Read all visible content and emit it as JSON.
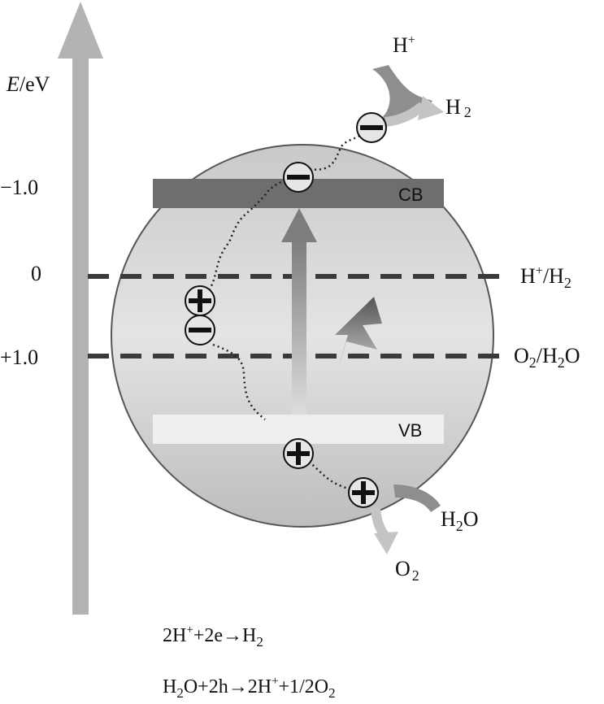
{
  "axis": {
    "label_italic": "E",
    "label_unit": "/eV"
  },
  "ticks": [
    "−1.0",
    "0",
    "+1.0"
  ],
  "bands": {
    "cb": "CB",
    "vb": "VB"
  },
  "redox": {
    "h_plus_h2": {
      "a": "H",
      "a_sup": "+",
      "b": "/H",
      "b_sub": "2"
    },
    "o2_h2o": {
      "a": "O",
      "a_sub": "2",
      "b": "/H",
      "b_sub": "2",
      "c": "O"
    }
  },
  "species": {
    "h_plus": {
      "base": "H",
      "sup": "+"
    },
    "h2": {
      "base": "H",
      "sub": "2"
    },
    "h2o": {
      "base": "H",
      "sub": "2",
      "tail": "O"
    },
    "o2": {
      "base": "O",
      "sub": "2"
    }
  },
  "equations": {
    "eq1": {
      "p1": "2H",
      "p1_sup": "+",
      "p2": "+2e",
      "arrow": "→",
      "p3": "H",
      "p3_sub": "2"
    },
    "eq2": {
      "p1": "H",
      "p1_sub": "2",
      "p2": "O+2h",
      "arrow": "→",
      "p3": "2H",
      "p3_sup": "+",
      "p4": "+1/2O",
      "p4_sub": "2"
    }
  },
  "colors": {
    "axis_arrow": "#b3b3b3",
    "particle_fill": "#dcdcdc",
    "cb_band": "#6e6e6e",
    "vb_band": "#efefef",
    "dashed_line": "#3a3a3a",
    "excitation_arrow": "#8a8a8a"
  }
}
